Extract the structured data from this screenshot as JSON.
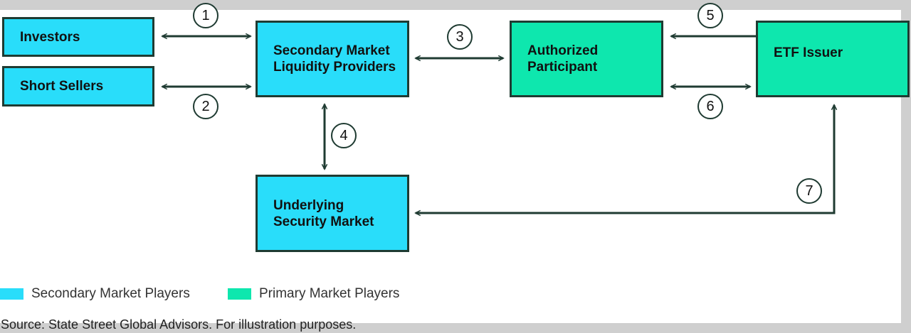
{
  "colors": {
    "secondary": "#29ddfa",
    "primary": "#0ee7ae",
    "stroke": "#1f3b32"
  },
  "nodes": {
    "investors": "Investors",
    "short_sellers": "Short Sellers",
    "liquidity_providers": "Secondary Market\nLiquidity Providers",
    "authorized_participant": "Authorized\nParticipant",
    "etf_issuer": "ETF Issuer",
    "underlying_market": "Underlying\nSecurity Market"
  },
  "edges": [
    {
      "number": "1",
      "from": "Investors",
      "to": "Secondary Market Liquidity Providers",
      "direction": "both"
    },
    {
      "number": "2",
      "from": "Short Sellers",
      "to": "Secondary Market Liquidity Providers",
      "direction": "both"
    },
    {
      "number": "3",
      "from": "Secondary Market Liquidity Providers",
      "to": "Authorized Participant",
      "direction": "both"
    },
    {
      "number": "4",
      "from": "Secondary Market Liquidity Providers",
      "to": "Underlying Security Market",
      "direction": "both"
    },
    {
      "number": "5",
      "from": "ETF Issuer",
      "to": "Authorized Participant",
      "direction": "one-way"
    },
    {
      "number": "6",
      "from": "Authorized Participant",
      "to": "ETF Issuer",
      "direction": "both"
    },
    {
      "number": "7",
      "from": "Underlying Security Market",
      "to": "ETF Issuer",
      "direction": "both"
    }
  ],
  "legend": {
    "secondary_label": "Secondary Market Players",
    "primary_label": "Primary Market Players"
  },
  "source": "Source: State Street Global Advisors. For illustration purposes."
}
